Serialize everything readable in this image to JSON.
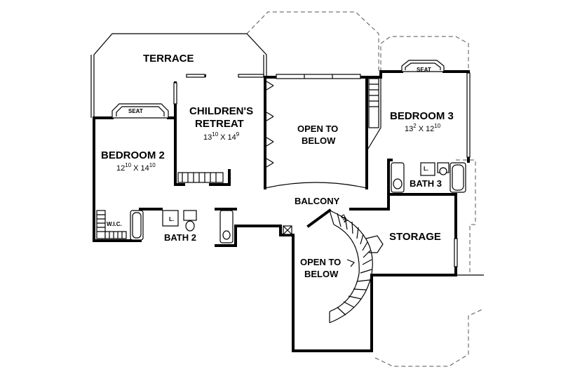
{
  "rooms": {
    "terrace": "TERRACE",
    "childrens_retreat": {
      "name_line1": "CHILDREN'S",
      "name_line2": "RETREAT",
      "dim_a": "13",
      "dim_a_sup": "10",
      "x": "X",
      "dim_b": "14",
      "dim_b_sup": "9"
    },
    "bedroom2": {
      "name": "BEDROOM 2",
      "dim_a": "12",
      "dim_a_sup": "10",
      "x": "X",
      "dim_b": "14",
      "dim_b_sup": "10"
    },
    "bedroom3": {
      "name": "BEDROOM 3",
      "dim_a": "13",
      "dim_a_sup": "2",
      "x": "X",
      "dim_b": "12",
      "dim_b_sup": "10"
    },
    "open_upper": {
      "line1": "OPEN TO",
      "line2": "BELOW"
    },
    "open_lower": {
      "line1": "OPEN TO",
      "line2": "BELOW"
    },
    "balcony": "BALCONY",
    "storage": "STORAGE",
    "bath2": "BATH 2",
    "bath3": "BATH 3",
    "wic": "W.I.C.",
    "seat_left": "SEAT",
    "seat_right": "SEAT",
    "linen_l1": "L.",
    "linen_l2": "L.",
    "stair_dn": "DN"
  }
}
